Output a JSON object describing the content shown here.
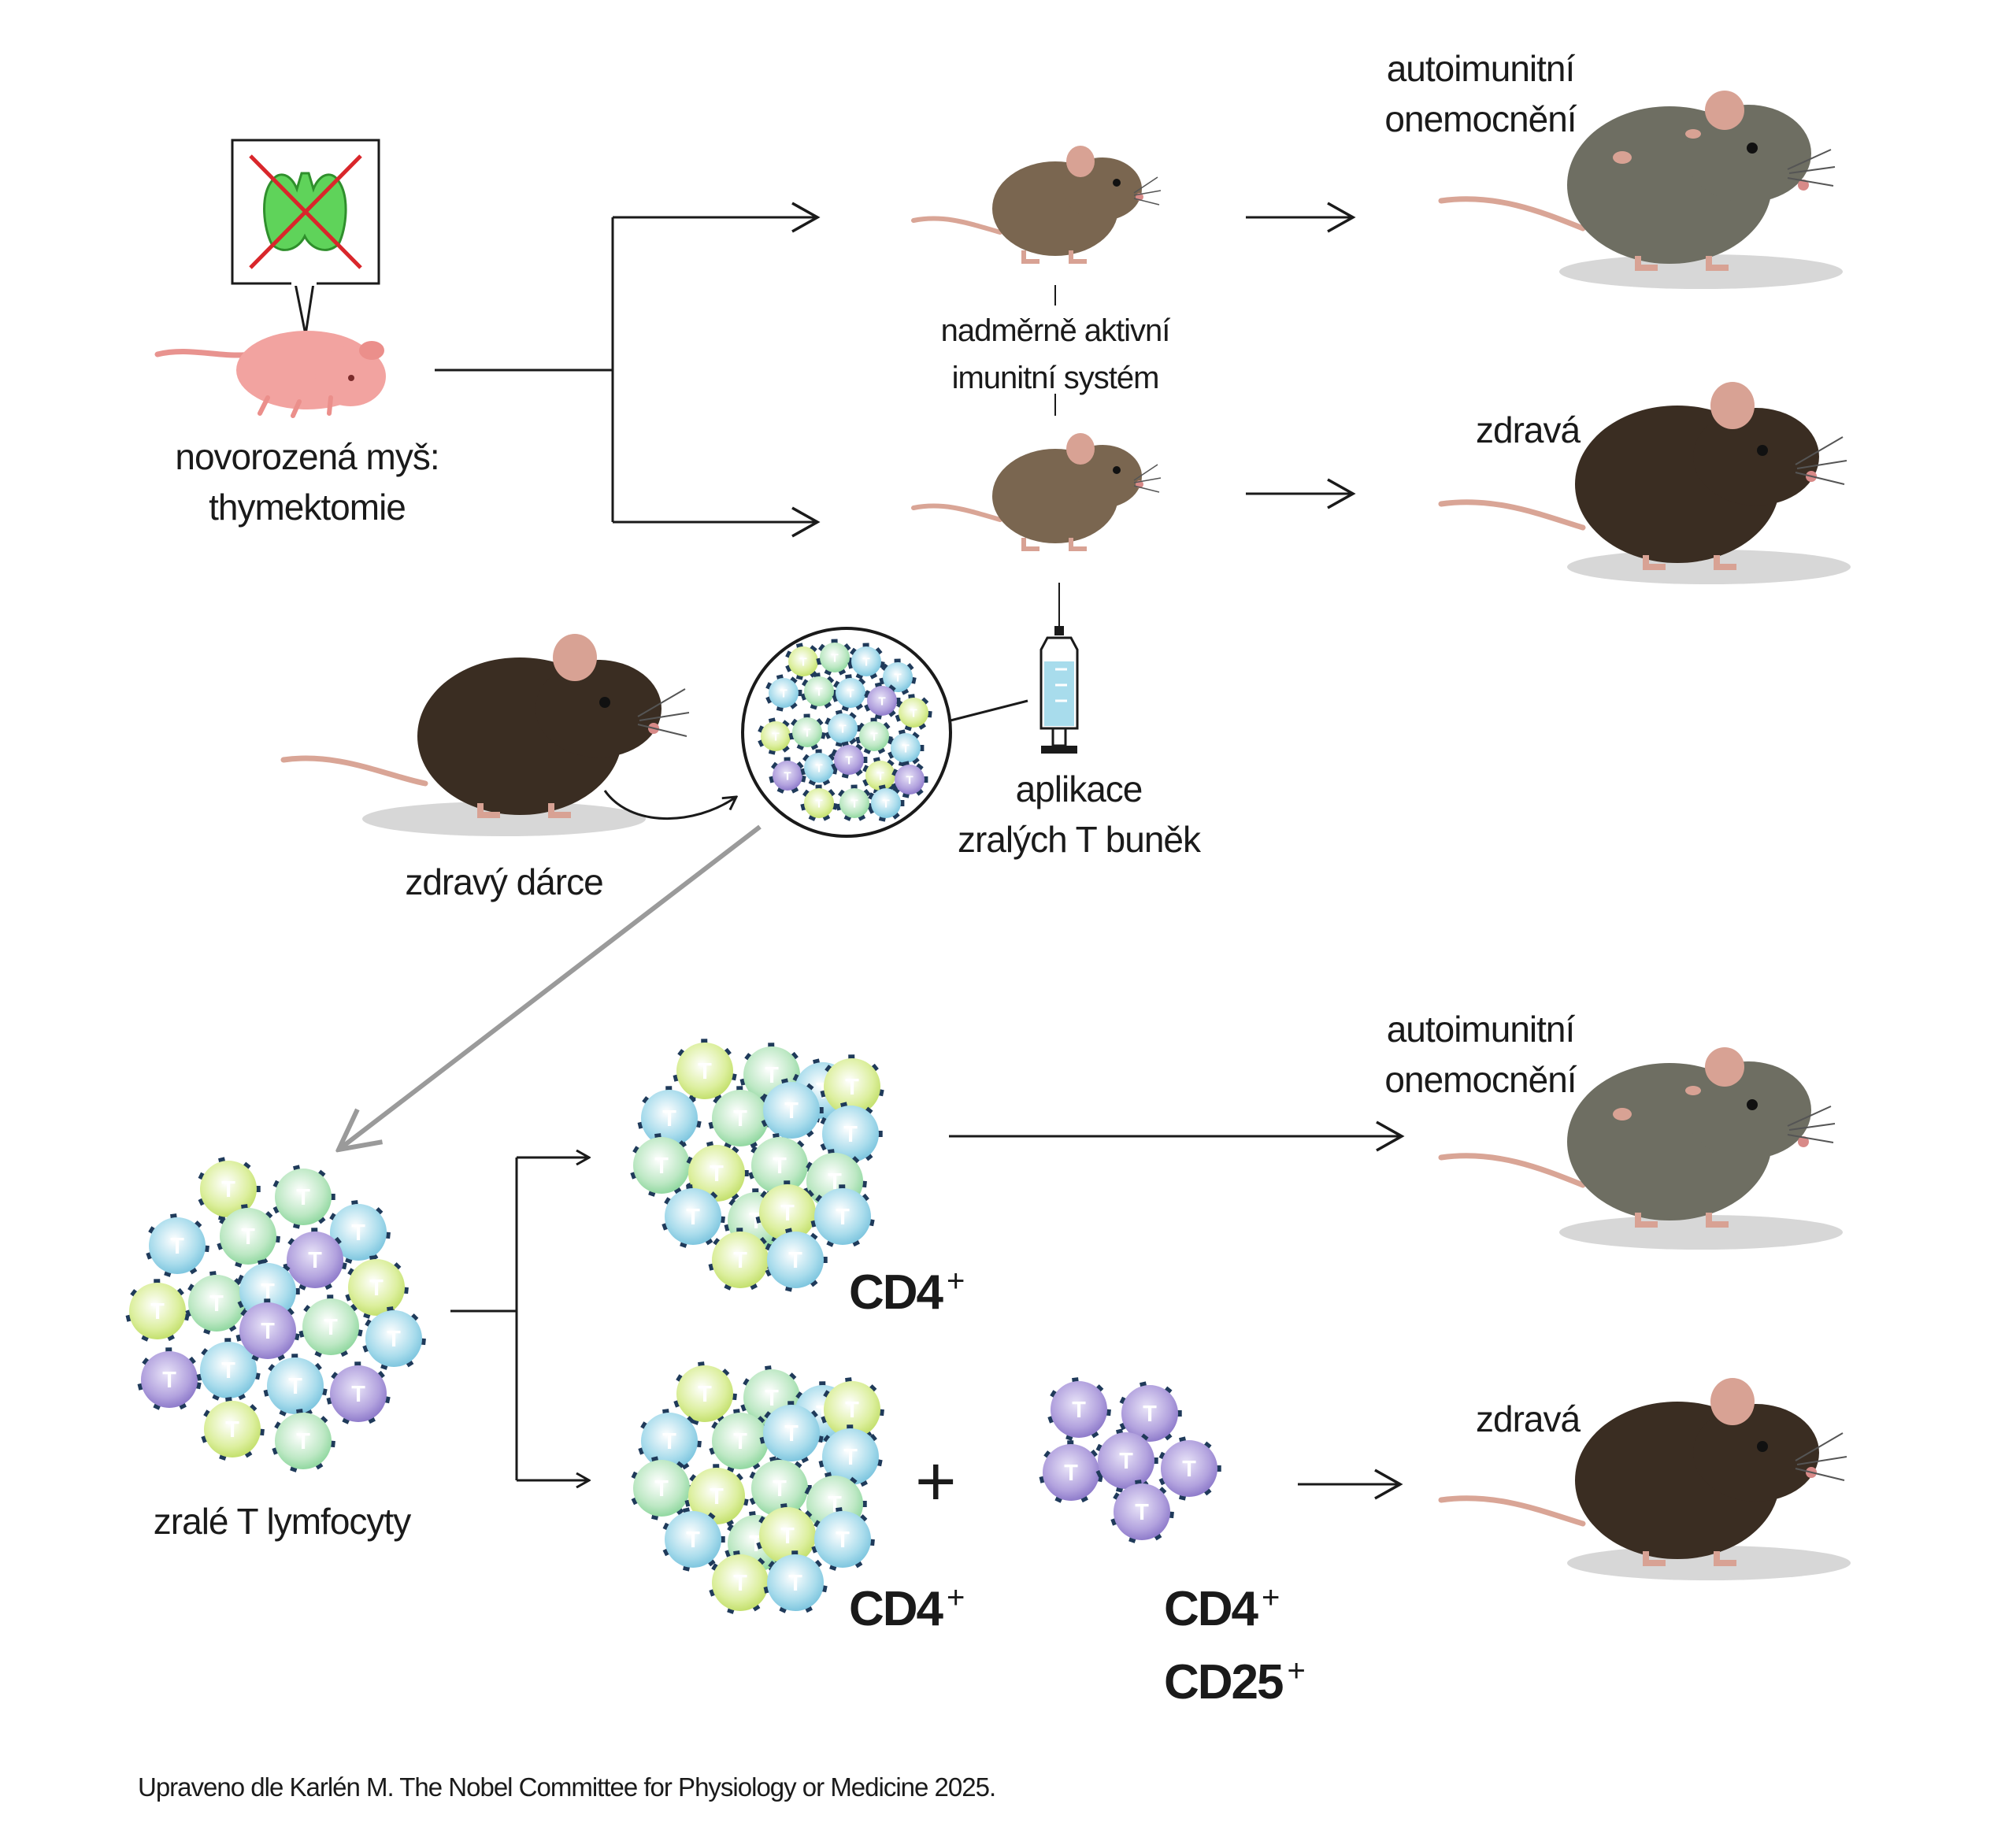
{
  "labels": {
    "newborn_line1": "novorozená myš:",
    "newborn_line2": "thymektomie",
    "overactive_line1": "nadměrně aktivní",
    "overactive_line2": "imunitní systém",
    "autoimmune_line1": "autoimunitní",
    "autoimmune_line2": "onemocnění",
    "healthy": "zdravá",
    "donor": "zdravý dárce",
    "injection_line1": "aplikace",
    "injection_line2": "zralých T buněk",
    "mature_t": "zralé T lymfocyty",
    "cd4": "CD4",
    "cd25": "CD25",
    "plus_sign": "+",
    "superscript_plus": "+",
    "t_cell_letter": "T"
  },
  "caption": "Upraveno dle Karlén M. The Nobel Committee for Physiology or Medicine 2025.",
  "colors": {
    "line": "#1a1a1a",
    "gray_arrow": "#9a9a9a",
    "newborn_pink": "#f2a3a0",
    "thymus_green": "#5fd35a",
    "cross_red": "#d9262b",
    "young_mouse_brown": "#7a6650",
    "dark_mouse": "#3a2d22",
    "sick_mouse_gray": "#6e6e62",
    "ear_pink": "#d8a294",
    "tail_pink": "#d9a596",
    "t_cell_blue": "#a9dcec",
    "t_cell_green": "#bde8c4",
    "t_cell_yellow": "#dcef9e",
    "t_cell_purple": "#b2a2de",
    "receptor_navy": "#1f3a5a",
    "syringe_blue": "#a8dcec"
  }
}
